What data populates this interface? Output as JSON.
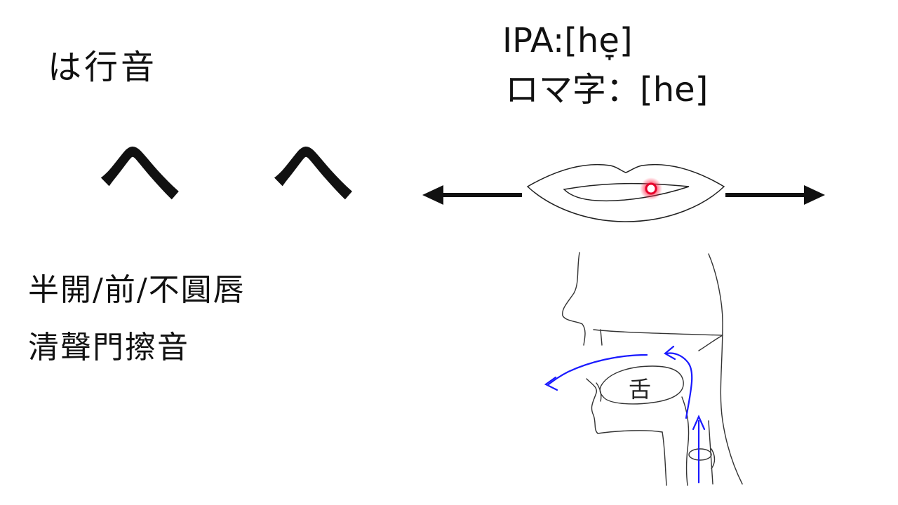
{
  "row_title": "は行音",
  "kana": "へ へ",
  "descriptors": {
    "vowel_class": "半開/前/不圓唇",
    "consonant_class": "清聲門擦音"
  },
  "transcription": {
    "ipa": "IPA:[he̞]",
    "romaji": "ロマ字：[he]"
  },
  "diagram": {
    "tongue_label": "舌",
    "colors": {
      "airflow": "#1a1aff",
      "articulation_point": "#e8002a",
      "outline": "#222222"
    }
  }
}
